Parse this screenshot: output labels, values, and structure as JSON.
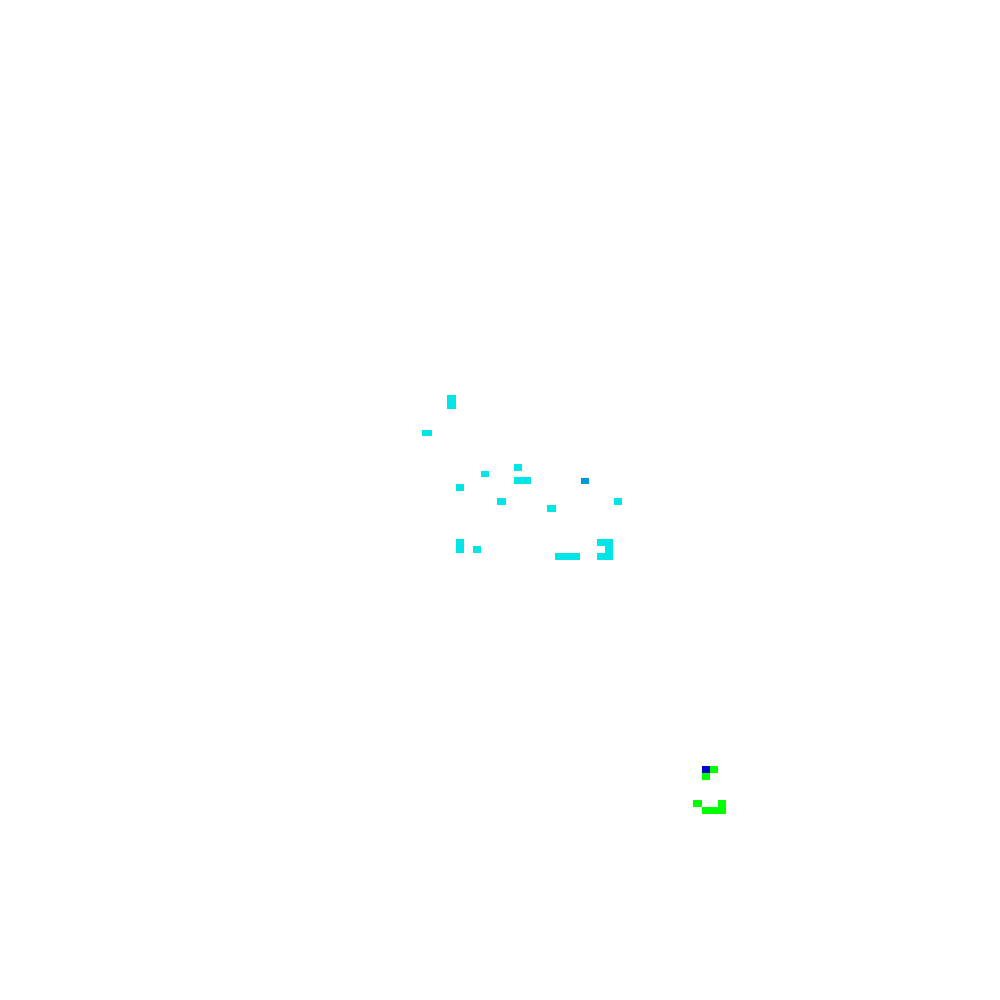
{
  "background": "#ffffff",
  "palette": {
    "cyan": "#00e5e5",
    "cyan_light": "#00dcdc",
    "azure": "#0099dd",
    "green": "#00ff00",
    "blue": "#0000cc"
  },
  "cluster_upper": {
    "name": "cyan-pixel-cluster",
    "colors": [
      "cyan",
      "azure"
    ]
  },
  "cluster_lower": {
    "name": "green-pixel-cluster",
    "colors": [
      "green",
      "blue"
    ]
  }
}
